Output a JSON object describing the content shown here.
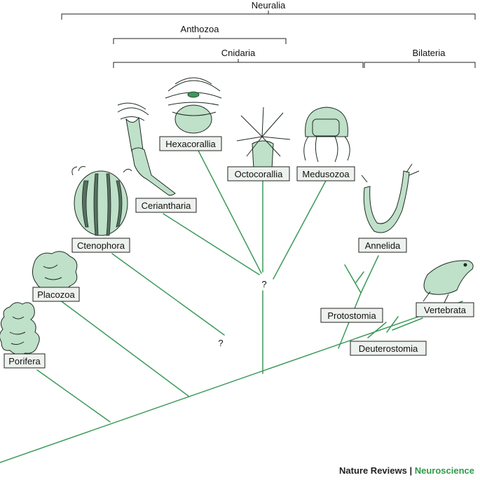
{
  "groups": {
    "neuralia": "Neuralia",
    "anthozoa": "Anthozoa",
    "cnidaria": "Cnidaria",
    "bilateria": "Bilateria"
  },
  "taxa": {
    "porifera": "Porifera",
    "placozoa": "Placozoa",
    "ctenophora": "Ctenophora",
    "ceriantharia": "Ceriantharia",
    "hexacorallia": "Hexacorallia",
    "octocorallia": "Octocorallia",
    "medusozoa": "Medusozoa",
    "annelida": "Annelida",
    "protostomia": "Protostomia",
    "vertebrata": "Vertebrata",
    "deuterostomia": "Deuterostomia"
  },
  "uncertain_node_mark": "?",
  "footer": {
    "journal": "Nature Reviews",
    "separator": "|",
    "section": "Neuroscience"
  },
  "colors": {
    "branch": "#3a9a5a",
    "label_bg": "#eef2ee",
    "accent": "#2e9a4a"
  }
}
